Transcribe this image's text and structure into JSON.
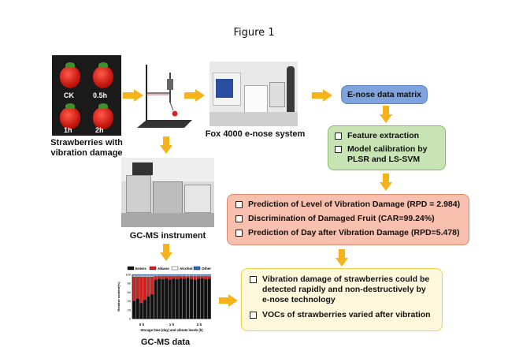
{
  "figure_title": "Figure 1",
  "strawberry": {
    "labels": [
      "CK",
      "0.5h",
      "1h",
      "2h"
    ],
    "caption_line1": "Strawberries with",
    "caption_line2": "vibration damage"
  },
  "enose_label": "Fox 4000 e-nose system",
  "enose_matrix": "E-nose data matrix",
  "feature_box": {
    "item1": "Feature extraction",
    "item2_line1": "Model calibration by",
    "item2_line2": "PLSR and LS-SVM"
  },
  "prediction_box": {
    "item1": "Prediction of Level of Vibration Damage (RPD = 2.984)",
    "item2": "Discrimination of Damaged Fruit (CAR=99.24%)",
    "item3": "Prediction of Day after Vibration Damage (RPD=5.478)"
  },
  "gcms_instrument_label": "GC-MS instrument",
  "gcms_data_label": "GC-MS data",
  "conclusion_box": {
    "item1_line1": "Vibration damage of strawberries could be",
    "item1_line2": "detected rapidly and non-destructively by",
    "item1_line3": "e-nose technology",
    "item2": "VOCs of strawberries varied after vibration"
  },
  "chart_data": {
    "type": "bar",
    "legend": [
      "Esters",
      "Alkane",
      "Alcohol",
      "Other"
    ],
    "colors": [
      "#111111",
      "#d22020",
      "#ffffff",
      "#2b6cb8"
    ],
    "ylabel": "Relative content(%)",
    "yticks": [
      "0",
      "20",
      "40",
      "60",
      "80",
      "100"
    ],
    "ylim": [
      0,
      100
    ],
    "xgroups": [
      "0 h",
      "1 h",
      "2 h"
    ],
    "xlabel": "Storage time (day) and vibrate levels (h)",
    "series": [
      {
        "name": "Esters",
        "values": [
          40,
          45,
          35,
          42,
          50,
          55,
          88,
          90,
          89,
          91,
          88,
          90,
          89,
          91,
          90,
          92,
          89,
          88,
          90,
          91,
          89,
          90
        ]
      },
      {
        "name": "Alkane",
        "values": [
          55,
          50,
          60,
          53,
          45,
          40,
          8,
          6,
          7,
          5,
          8,
          6,
          7,
          5,
          6,
          4,
          7,
          8,
          6,
          5,
          7,
          6
        ]
      },
      {
        "name": "Alcohol",
        "values": [
          3,
          3,
          3,
          3,
          3,
          3,
          2,
          2,
          2,
          2,
          2,
          2,
          2,
          2,
          2,
          2,
          2,
          2,
          2,
          2,
          2,
          2
        ]
      },
      {
        "name": "Other",
        "values": [
          2,
          2,
          2,
          2,
          2,
          2,
          2,
          2,
          2,
          2,
          2,
          2,
          2,
          2,
          2,
          2,
          2,
          2,
          2,
          2,
          2,
          2
        ]
      }
    ]
  }
}
